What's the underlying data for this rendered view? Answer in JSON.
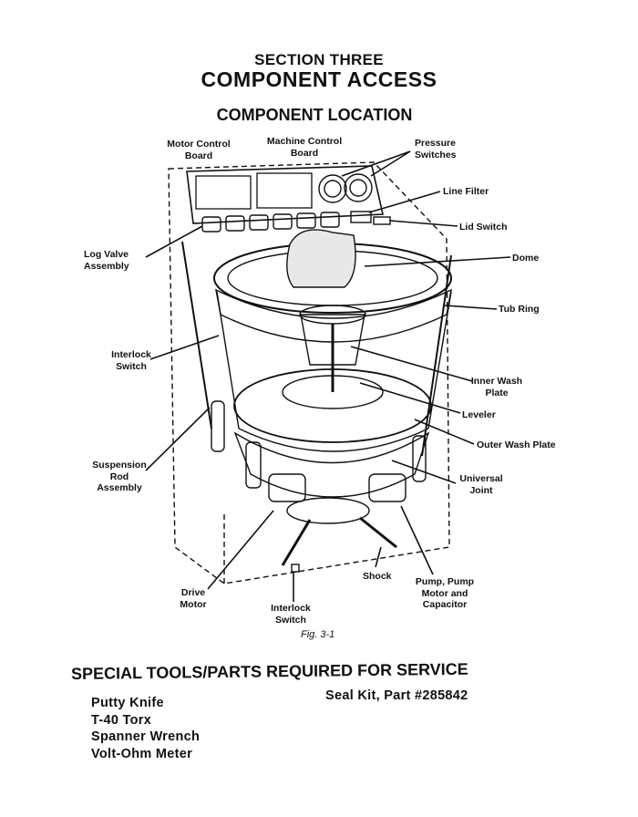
{
  "header": {
    "section_number": "SECTION THREE",
    "section_title": "COMPONENT ACCESS",
    "location_title": "COMPONENT LOCATION"
  },
  "labels": {
    "motor_control_board": "Motor Control Board",
    "machine_control_board": "Machine Control Board",
    "pressure_switches": "Pressure Switches",
    "line_filter": "Line Filter",
    "lid_switch": "Lid Switch",
    "dome": "Dome",
    "log_valve_assembly": "Log Valve Assembly",
    "tub_ring": "Tub Ring",
    "interlock_switch_left": "Interlock Switch",
    "inner_wash_plate": "Inner Wash Plate",
    "leveler": "Leveler",
    "outer_wash_plate": "Outer Wash Plate",
    "suspension_rod_assembly": "Suspension Rod Assembly",
    "universal_joint": "Universal Joint",
    "shock": "Shock",
    "drive_motor": "Drive Motor",
    "pump_motor_capacitor": "Pump, Pump Motor and Capacitor",
    "interlock_switch_bottom": "Interlock Switch"
  },
  "figure_caption": "Fig. 3-1",
  "tools": {
    "title": "SPECIAL TOOLS/PARTS REQUIRED FOR SERVICE",
    "left_items": [
      "Putty Knife",
      "T-40 Torx",
      "Spanner Wrench",
      "Volt-Ohm Meter"
    ],
    "right_item": "Seal Kit, Part #285842"
  }
}
